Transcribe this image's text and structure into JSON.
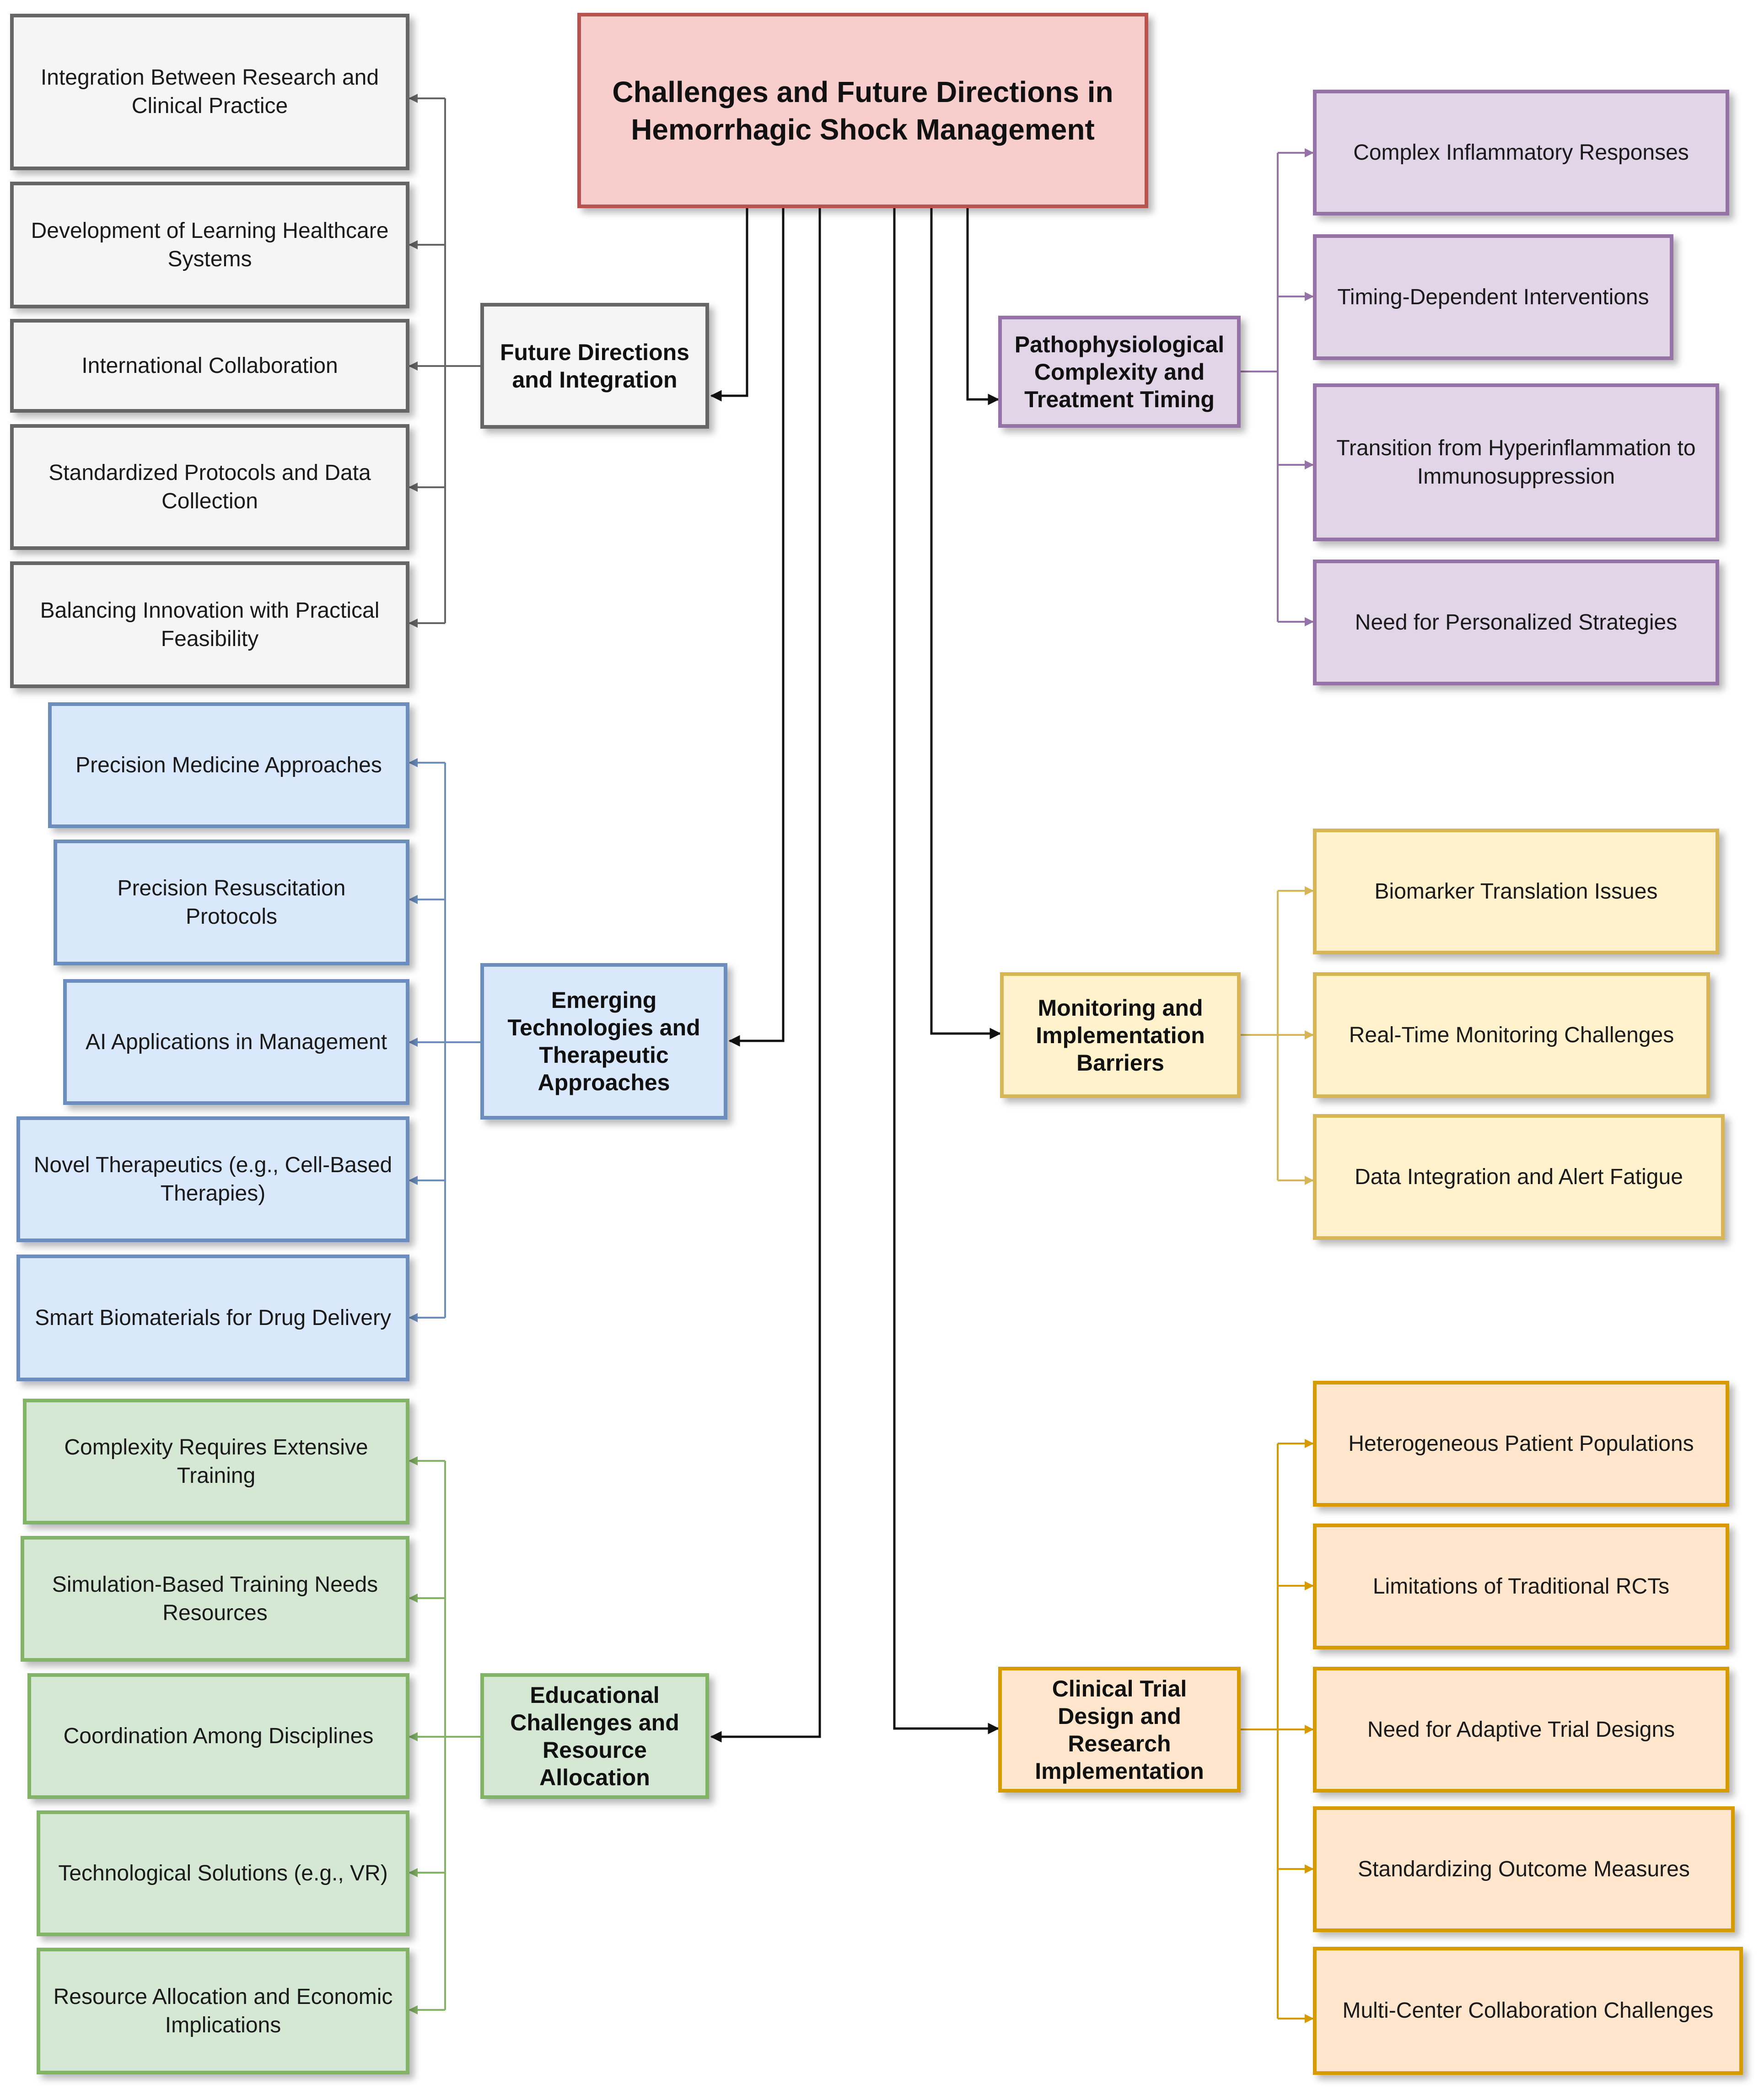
{
  "root": {
    "title": "Challenges and Future Directions in Hemorrhagic Shock Management"
  },
  "branches": {
    "future": {
      "title": "Future Directions and Integration",
      "items": [
        "Integration Between Research and Clinical Practice",
        "Development of Learning Healthcare Systems",
        "International Collaboration",
        "Standardized Protocols and Data Collection",
        "Balancing Innovation with Practical Feasibility"
      ]
    },
    "emerging": {
      "title": "Emerging Technologies and Therapeutic Approaches",
      "items": [
        "Precision Medicine Approaches",
        "Precision Resuscitation Protocols",
        "AI Applications in Management",
        "Novel Therapeutics (e.g., Cell-Based Therapies)",
        "Smart Biomaterials for Drug Delivery"
      ]
    },
    "education": {
      "title": "Educational Challenges and Resource Allocation",
      "items": [
        "Complexity Requires Extensive Training",
        "Simulation-Based Training Needs Resources",
        "Coordination Among Disciplines",
        "Technological Solutions (e.g., VR)",
        "Resource Allocation and Economic Implications"
      ]
    },
    "patho": {
      "title": "Pathophysiological Complexity and Treatment Timing",
      "items": [
        "Complex Inflammatory Responses",
        "Timing-Dependent Interventions",
        "Transition from Hyperinflammation to Immunosuppression",
        "Need for Personalized Strategies"
      ]
    },
    "monitoring": {
      "title": "Monitoring and Implementation Barriers",
      "items": [
        "Biomarker Translation Issues",
        "Real-Time Monitoring Challenges",
        "Data Integration and Alert Fatigue"
      ]
    },
    "trials": {
      "title": "Clinical Trial Design and Research Implementation",
      "items": [
        "Heterogeneous Patient Populations",
        "Limitations of Traditional RCTs",
        "Need for Adaptive Trial Designs",
        "Standardizing Outcome Measures",
        "Multi-Center Collaboration Challenges"
      ]
    }
  },
  "colors": {
    "gray": {
      "fill": "#f5f5f5",
      "stroke": "#666666"
    },
    "blue": {
      "fill": "#dae8fc",
      "stroke": "#6c8ebf"
    },
    "green": {
      "fill": "#d5e8d4",
      "stroke": "#82b366"
    },
    "purple": {
      "fill": "#e1d5e7",
      "stroke": "#9673a6"
    },
    "yellow": {
      "fill": "#fff2cc",
      "stroke": "#d6b656"
    },
    "orange": {
      "fill": "#ffe6cc",
      "stroke": "#d79b00"
    },
    "red": {
      "fill": "#f8cecc",
      "stroke": "#b85450"
    }
  }
}
